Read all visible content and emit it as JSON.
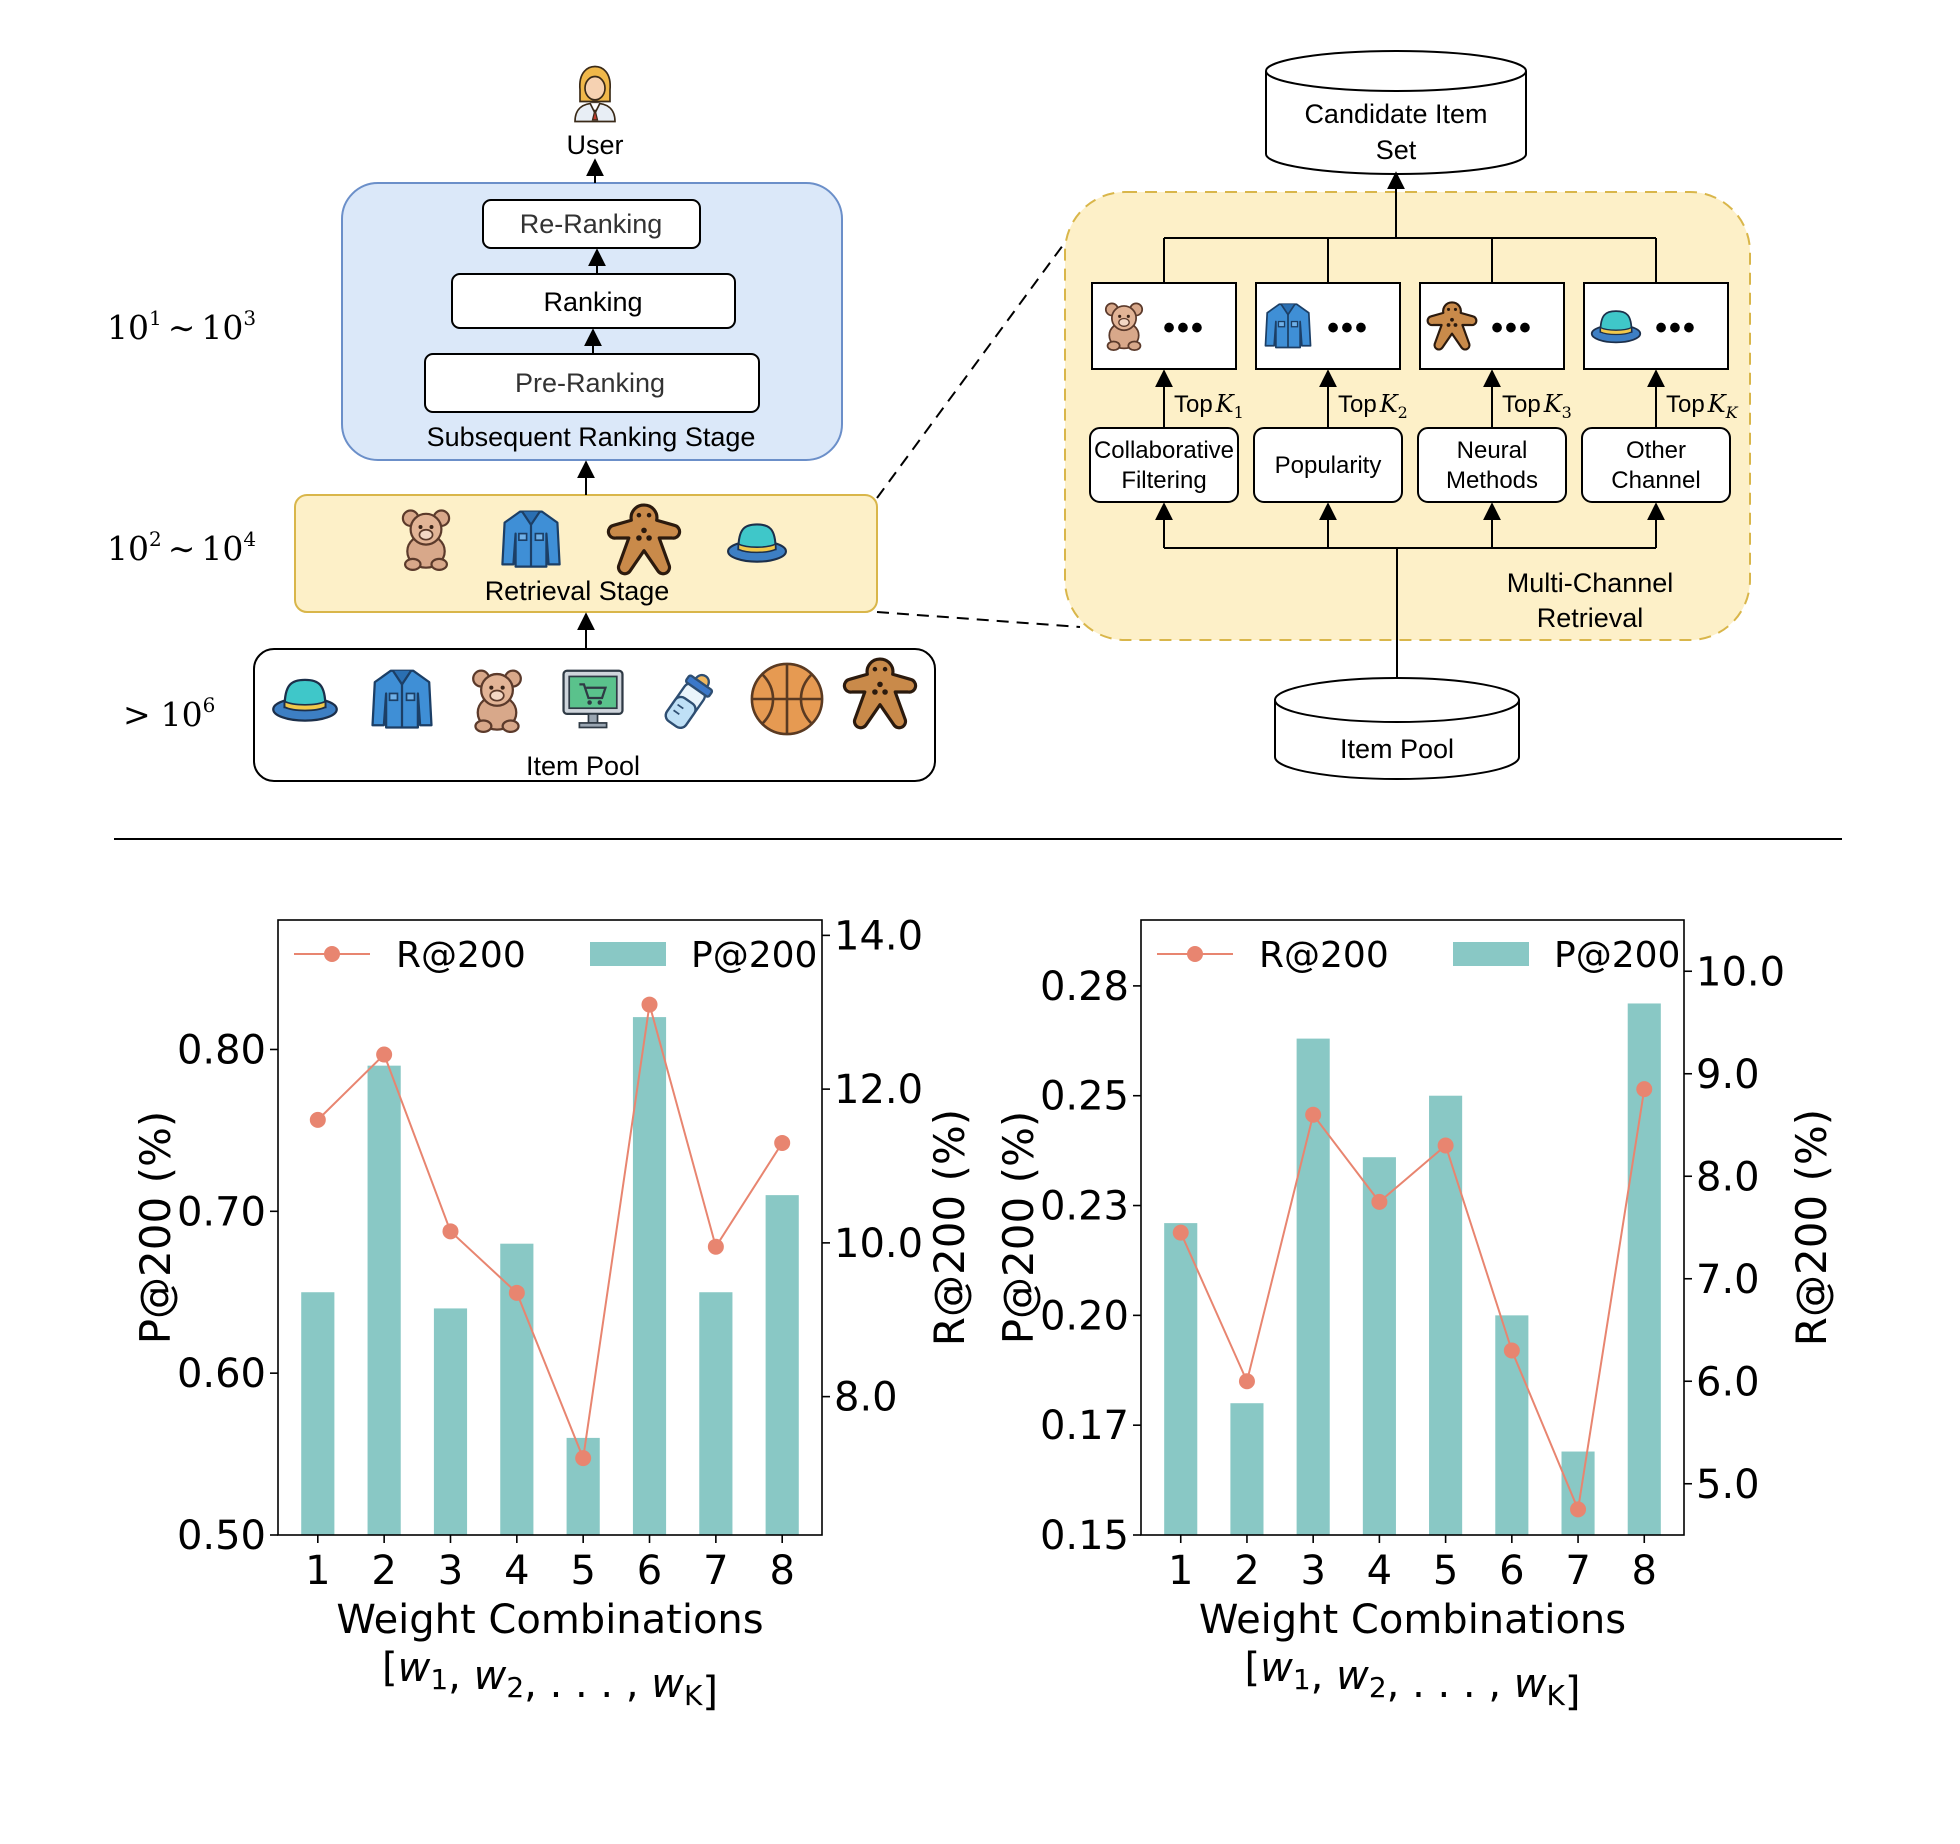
{
  "pipeline": {
    "user_label": "User",
    "stages": {
      "reranking": "Re-Ranking",
      "ranking": "Ranking",
      "preranking": "Pre-Ranking",
      "subsequent_title": "Subsequent Ranking Stage",
      "retrieval_title": "Retrieval Stage",
      "pool_title": "Item Pool"
    },
    "scales": {
      "ranking": {
        "base1": "10",
        "exp1": "1",
        "sep": "∼",
        "base2": "10",
        "exp2": "3"
      },
      "retrieval": {
        "base1": "10",
        "exp1": "2",
        "sep": "∼",
        "base2": "10",
        "exp2": "4"
      },
      "pool": {
        "prefix": ">",
        "base": "10",
        "exp": "6"
      }
    },
    "retrieval_items": [
      "teddy-bear-icon",
      "denim-jacket-icon",
      "gingerbread-icon",
      "hat-icon"
    ],
    "pool_items": [
      "hat-icon",
      "denim-jacket-icon",
      "teddy-bear-icon",
      "shopping-monitor-icon",
      "baby-bottle-icon",
      "basketball-icon",
      "gingerbread-icon"
    ]
  },
  "multichannel": {
    "candidate_set": "Candidate Item Set",
    "item_pool": "Item Pool",
    "region_title": "Multi-Channel Retrieval",
    "ellipsis": "•••",
    "channels": [
      {
        "line1": "Collaborative",
        "line2": "Filtering",
        "top_prefix": "Top",
        "top_var": "K",
        "top_sub": "1",
        "icon": "teddy-bear-icon"
      },
      {
        "line1": "Popularity",
        "line2": "",
        "top_prefix": "Top",
        "top_var": "K",
        "top_sub": "2",
        "icon": "denim-jacket-icon"
      },
      {
        "line1": "Neural",
        "line2": "Methods",
        "top_prefix": "Top",
        "top_var": "K",
        "top_sub": "3",
        "icon": "gingerbread-icon"
      },
      {
        "line1": "Other",
        "line2": "Channel",
        "top_prefix": "Top",
        "top_var": "K",
        "top_sub": "K",
        "icon": "hat-icon"
      }
    ]
  },
  "colors": {
    "bar": "#89c8c5",
    "line": "#e88570",
    "ranking_bg": "#dbe8f9",
    "ranking_border": "#6b8fc9",
    "retrieval_bg": "#fdf0c8",
    "retrieval_border": "#d9b64a"
  },
  "chart_data": [
    {
      "type": "bar",
      "categories": [
        "1",
        "2",
        "3",
        "4",
        "5",
        "6",
        "7",
        "8"
      ],
      "xlabel": "Weight Combinations",
      "xlabel2_parts": [
        "[",
        "w",
        "1",
        ", ",
        "w",
        "2",
        ", . . . , ",
        "w",
        "K",
        "]"
      ],
      "ylabel": "P@200 (%)",
      "ylabel_right": "R@200 (%)",
      "ylim": [
        0.5,
        0.88
      ],
      "yticks": [
        0.5,
        0.6,
        0.7,
        0.8
      ],
      "ytick_labels": [
        "0.50",
        "0.60",
        "0.70",
        "0.80"
      ],
      "ylim_right": [
        6.2,
        14.2
      ],
      "yticks_right": [
        8,
        10,
        12,
        14
      ],
      "ytick_labels_right": [
        "8.0",
        "10.0",
        "12.0",
        "14.0"
      ],
      "legend": {
        "placement": "top",
        "line": "R@200",
        "bar": "P@200"
      },
      "series": [
        {
          "name": "P@200",
          "type": "bar",
          "axis": "left",
          "values": [
            0.65,
            0.79,
            0.64,
            0.68,
            0.56,
            0.82,
            0.65,
            0.71
          ]
        },
        {
          "name": "R@200",
          "type": "line",
          "axis": "right",
          "values": [
            11.6,
            12.45,
            10.15,
            9.35,
            7.2,
            13.1,
            9.95,
            11.3
          ]
        }
      ]
    },
    {
      "type": "bar",
      "categories": [
        "1",
        "2",
        "3",
        "4",
        "5",
        "6",
        "7",
        "8"
      ],
      "xlabel": "Weight Combinations",
      "xlabel2_parts": [
        "[",
        "w",
        "1",
        ", ",
        "w",
        "2",
        ", . . . , ",
        "w",
        "K",
        "]"
      ],
      "ylabel": "P@200 (%)",
      "ylabel_right": "R@200 (%)",
      "ylim": [
        0.15,
        0.29
      ],
      "yticks": [
        0.15,
        0.175,
        0.2,
        0.225,
        0.25,
        0.275
      ],
      "ytick_labels": [
        "0.15",
        "0.17",
        "0.20",
        "0.23",
        "0.25",
        "0.28"
      ],
      "ylim_right": [
        4.5,
        10.5
      ],
      "yticks_right": [
        5,
        6,
        7,
        8,
        9,
        10
      ],
      "ytick_labels_right": [
        "5.0",
        "6.0",
        "7.0",
        "8.0",
        "9.0",
        "10.0"
      ],
      "legend": {
        "placement": "top",
        "line": "R@200",
        "bar": "P@200"
      },
      "series": [
        {
          "name": "P@200",
          "type": "bar",
          "axis": "left",
          "values": [
            0.221,
            0.18,
            0.263,
            0.236,
            0.25,
            0.2,
            0.169,
            0.271
          ]
        },
        {
          "name": "R@200",
          "type": "line",
          "axis": "right",
          "values": [
            7.45,
            6.0,
            8.6,
            7.75,
            8.3,
            6.3,
            4.75,
            8.85
          ]
        }
      ]
    }
  ]
}
